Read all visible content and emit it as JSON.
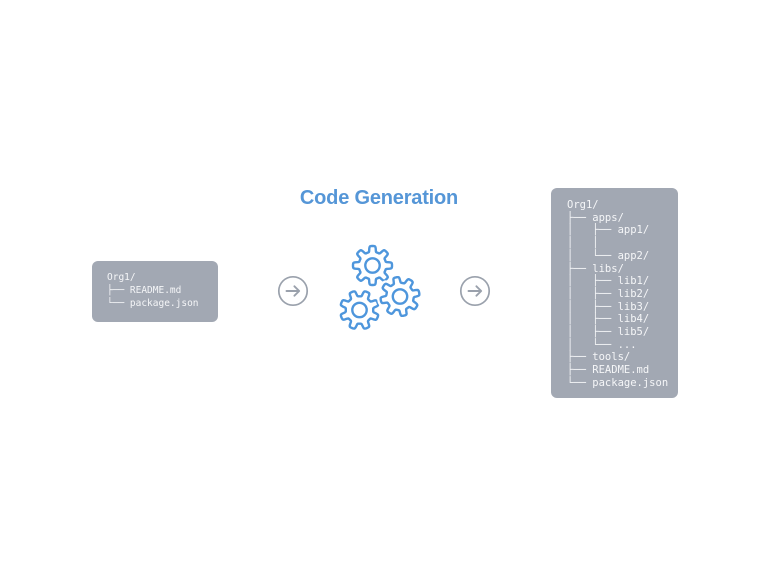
{
  "title": "Code Generation",
  "colors": {
    "accent_blue": "#5596d7",
    "gear_blue": "#4e96dc",
    "panel_gray": "#a2a8b3",
    "panel_text": "#f5f6f8",
    "arrow_gray": "#9aa1ac",
    "background": "#ffffff"
  },
  "icons": {
    "process": "gears-icon",
    "flow": "arrow-right-circle-icon"
  },
  "input_tree": {
    "lines": [
      "Org1/",
      "├── README.md",
      "└── package.json"
    ]
  },
  "output_tree": {
    "lines": [
      "Org1/",
      "├── apps/",
      "│   ├── app1/",
      "│   │",
      "│   └── app2/",
      "├── libs/",
      "│   ├── lib1/",
      "│   ├── lib2/",
      "│   ├── lib3/",
      "│   ├── lib4/",
      "│   ├── lib5/",
      "│   └── ...",
      "├── tools/",
      "├── README.md",
      "└── package.json"
    ]
  }
}
